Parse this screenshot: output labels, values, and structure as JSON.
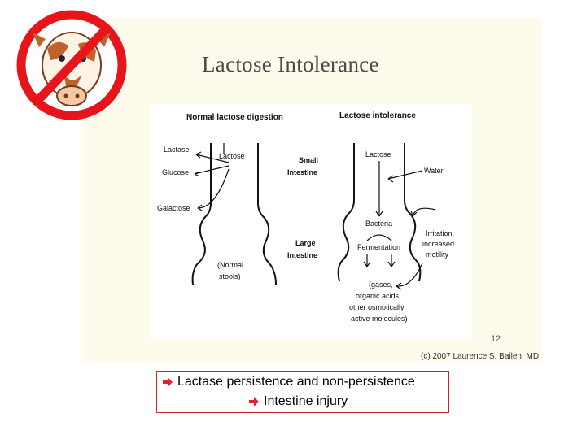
{
  "slide": {
    "title": "Lactose Intolerance",
    "page_number": "12",
    "copyright": "(c) 2007 Laurence S. Bailen, MD"
  },
  "logo": {
    "icon": "no-cow-icon",
    "ring_color": "#e8141c",
    "cow_color": "#c0622b"
  },
  "diagram": {
    "normal": {
      "heading": "Normal lactose digestion",
      "labels": [
        "Lactase",
        "Lactose",
        "Glucose",
        "Galactose",
        "(Normal",
        "stools)"
      ]
    },
    "middle": {
      "small": [
        "Small",
        "Intestine"
      ],
      "large": [
        "Large",
        "Intestine"
      ]
    },
    "intolerance": {
      "heading": "Lactose intolerance",
      "labels": [
        "Lactose",
        "Water",
        "Bacteria",
        "Fermentation",
        "Irritation,",
        "increased",
        "motility",
        "(gases,",
        "organic acids,",
        "other osmotically",
        "active molecules)"
      ]
    }
  },
  "bullets": [
    {
      "icon": "arrow-bullet-icon",
      "text": "Lactase persistence and non-persistence"
    },
    {
      "icon": "arrow-bullet-icon",
      "text": "Intestine injury"
    }
  ],
  "colors": {
    "bullet_arrow": "#e0202a",
    "box_border": "#c8242a",
    "panel": "#fdfbec"
  }
}
